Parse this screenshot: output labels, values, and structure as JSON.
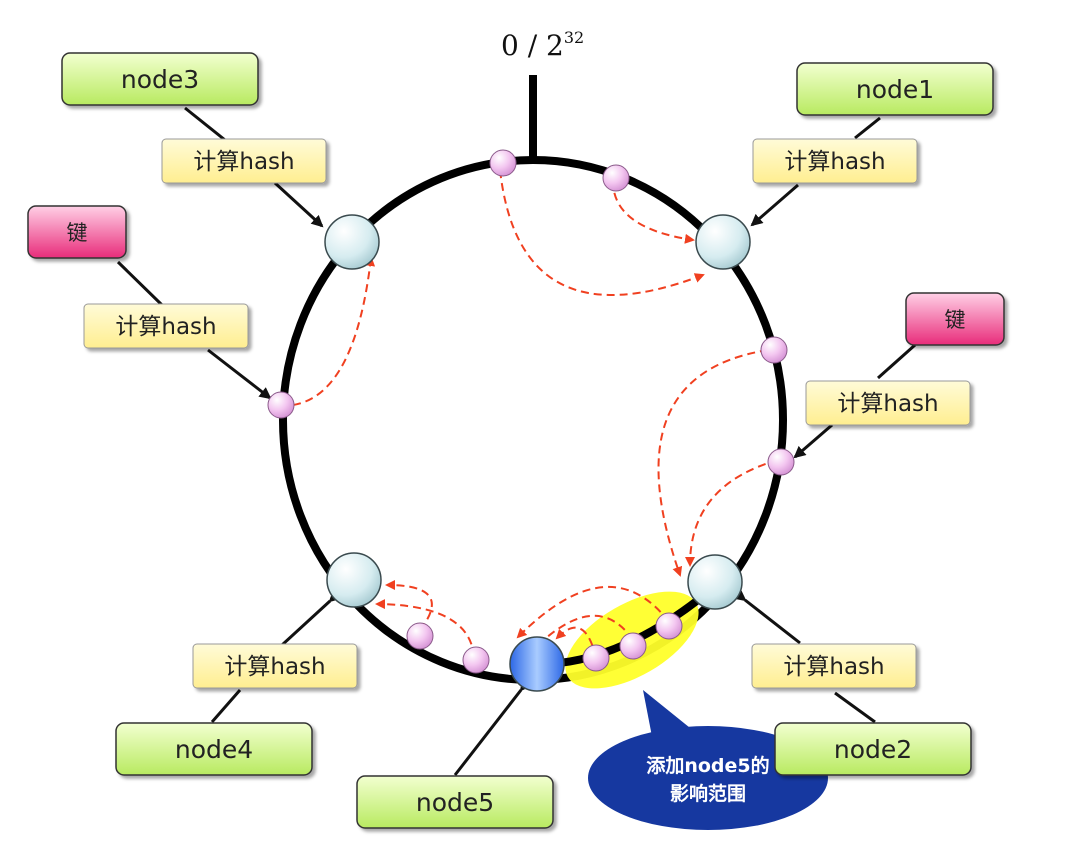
{
  "ring_origin": {
    "text": "0 / 2",
    "exponent": "32"
  },
  "nodes": {
    "node1": "node1",
    "node2": "node2",
    "node3": "node3",
    "node4": "node4",
    "node5": "node5"
  },
  "hash_label": "计算hash",
  "key_label": "键",
  "callout": {
    "line1": "添加node5的",
    "line2": "影响范围"
  },
  "colors": {
    "ring": "#000000",
    "node_box": "#c8f07a",
    "hash_box": "#fff3a8",
    "key_box": "#e8307a",
    "arrow_dashed": "#f04020",
    "callout": "#1638a0",
    "highlight": "#ffff2a"
  }
}
